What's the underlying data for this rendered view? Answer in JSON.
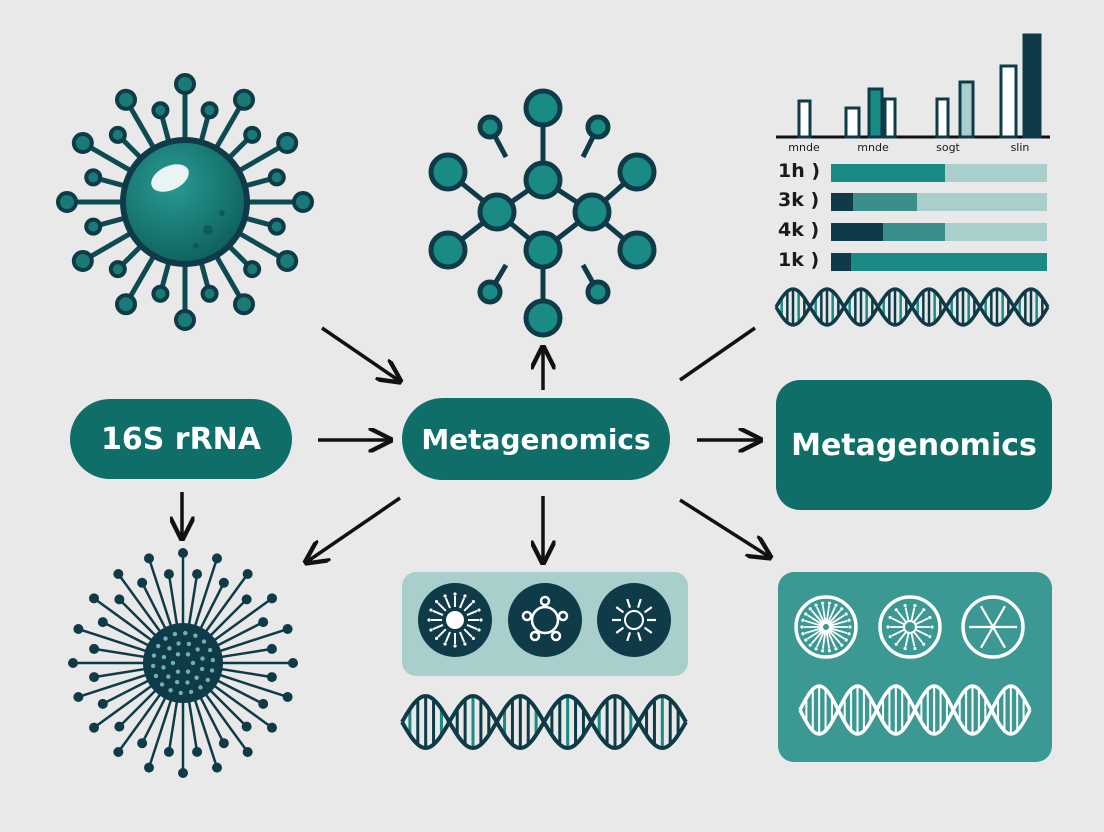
{
  "nodes": {
    "rrna": "16S rRNA",
    "metagenomics_center": "Metagenomics",
    "metagenomics_right": "Metagenomics"
  },
  "bar_chart": {
    "labels": [
      "mnde",
      "mnde",
      "sogt",
      "slin"
    ]
  },
  "stacked_bars": [
    {
      "label": "1h )"
    },
    {
      "label": "3k )"
    },
    {
      "label": "4k )"
    },
    {
      "label": "1k )"
    }
  ],
  "colors": {
    "background": "#e8e9e8",
    "teal_dark": "#0f6e68",
    "teal": "#1a8a84",
    "teal_light": "#a9cfcc",
    "navy": "#0e3b47",
    "arrow": "#111111"
  }
}
